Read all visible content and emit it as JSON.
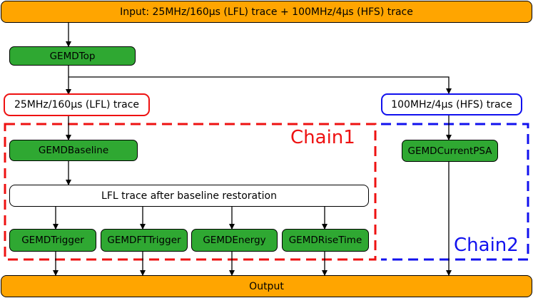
{
  "colors": {
    "io_fill": "#ffa500",
    "module_fill": "#2fa832",
    "chain1": "#ee1111",
    "chain2": "#1111ee",
    "edge": "#000000"
  },
  "input": {
    "label": "Input: 25MHz/160μs (LFL) trace + 100MHz/4μs (HFS) trace"
  },
  "top_module": {
    "label": "GEMDTop"
  },
  "lfl_trace": {
    "label": "25MHz/160μs (LFL) trace"
  },
  "hfs_trace": {
    "label": "100MHz/4μs (HFS) trace"
  },
  "chain1": {
    "label": "Chain1",
    "baseline": "GEMDBaseline",
    "restored_trace": "LFL trace after baseline restoration",
    "modules": [
      "GEMDTrigger",
      "GEMDFTTrigger",
      "GEMDEnergy",
      "GEMDRiseTime"
    ]
  },
  "chain2": {
    "label": "Chain2",
    "module": "GEMDCurrentPSA"
  },
  "output": {
    "label": "Output"
  }
}
